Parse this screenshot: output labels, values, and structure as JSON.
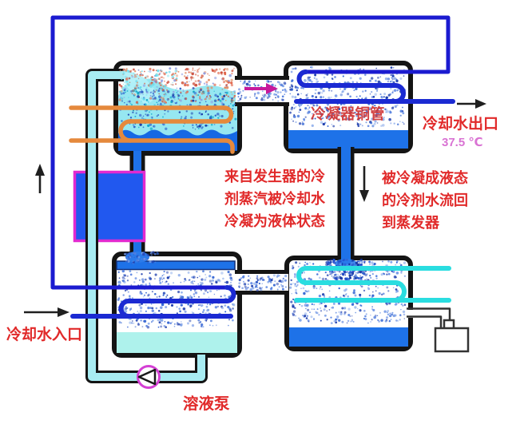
{
  "diagram": {
    "title": "absorption-chiller-schematic",
    "labels": {
      "condenser_tube": "冷凝器铜管",
      "cooling_water_outlet": "冷却水出口",
      "outlet_temperature": "37.5 ℃",
      "cooling_water_inlet": "冷却水入口",
      "solution_pump": "溶液泵"
    },
    "notes": {
      "condensation": [
        "来自发生器的冷",
        "剂蒸汽被冷却水",
        "冷凝为液体状态"
      ],
      "refrigerant_return": [
        "被冷凝成液态",
        "的冷剂水流回",
        "到蒸发器"
      ]
    },
    "colors": {
      "loop_blue": "#1b1bd0",
      "coil_blue": "#1b2ad2",
      "royal_blue_liquid": "#1e72e8",
      "generator_liquid": "#1668e3",
      "cyan_pipe": "#a8ecf2",
      "cyan_liquid": "#aef2ec",
      "foam_cyan": "#96e7f1",
      "evaporator_coil_cyan": "#2adde0",
      "heater_orange": "#e5893c",
      "exchanger_fill": "#2158ef",
      "exchanger_border": "#e22ad0",
      "pump_outline": "#d43fd4",
      "vapor_arrow_magenta": "#c7199c",
      "label_red": "#e12a2a",
      "temperature_pink": "#d973d3"
    }
  }
}
